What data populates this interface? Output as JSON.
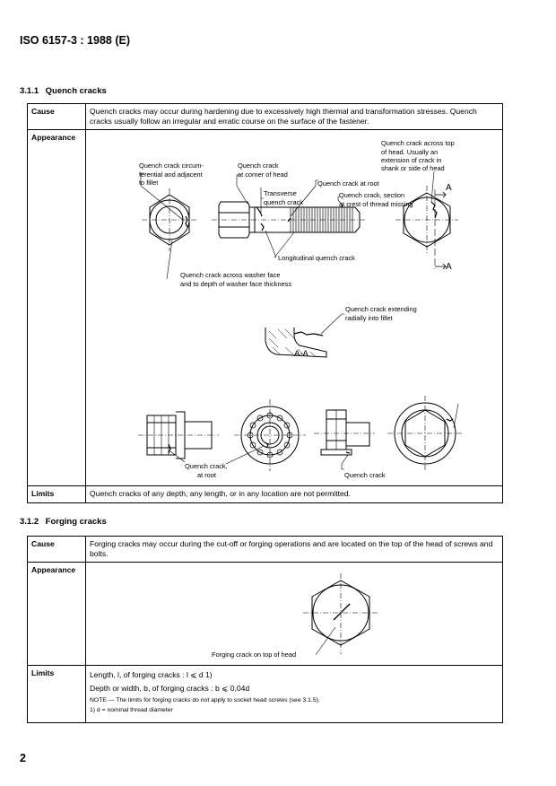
{
  "header": "ISO 6157-3 : 1988 (E)",
  "section1": {
    "number": "3.1.1",
    "title": "Quench cracks",
    "cause_label": "Cause",
    "cause_text": "Quench cracks may occur during hardening due to excessively high thermal and transformation stresses. Quench cracks usually follow an irregular and erratic course on the surface of the fastener.",
    "appearance_label": "Appearance",
    "annotations": {
      "circumferential": [
        "Quench crack circum-",
        "ferential and adjacent",
        "to fillet"
      ],
      "corner": [
        "Quench crack",
        "at corner of head"
      ],
      "transverse": [
        "Transverse",
        "quench crack"
      ],
      "root": "Quench crack at root",
      "crest": [
        "Quench crack, section",
        "at crest of thread missing"
      ],
      "top": [
        "Quench crack across top",
        "of head. Usually an",
        "extension of crack in",
        "shank or side of head"
      ],
      "longitudinal": "Longitudinal quench crack",
      "washer": [
        "Quench crack across washer face",
        "and to depth of washer face thickness"
      ],
      "radial": [
        "Quench crack extending",
        "radially into fillet"
      ],
      "section_label": "A-A",
      "section_marker": "A",
      "spline_root": [
        "Quench crack,",
        "at root"
      ],
      "flange": "Quench crack"
    },
    "limits_label": "Limits",
    "limits_text": "Quench cracks of any depth, any length, or in any location are not permitted."
  },
  "section2": {
    "number": "3.1.2",
    "title": "Forging cracks",
    "cause_label": "Cause",
    "cause_text": "Forging cracks may occur during the cut-off or forging operations and are located on the top of the head of screws and bolts.",
    "appearance_label": "Appearance",
    "figure_caption": "Forging crack on top of head",
    "limits_label": "Limits",
    "limit_length": "Length, l, of forging cracks : l ⩽ d 1)",
    "limit_depth": "Depth or width, b, of forging cracks : b ⩽ 0,04d",
    "note": "NOTE — The limits for forging cracks do not apply to socket head screws (see 3.1.5).",
    "footnote": "1)   d = nominal thread diameter"
  },
  "page_number": "2"
}
